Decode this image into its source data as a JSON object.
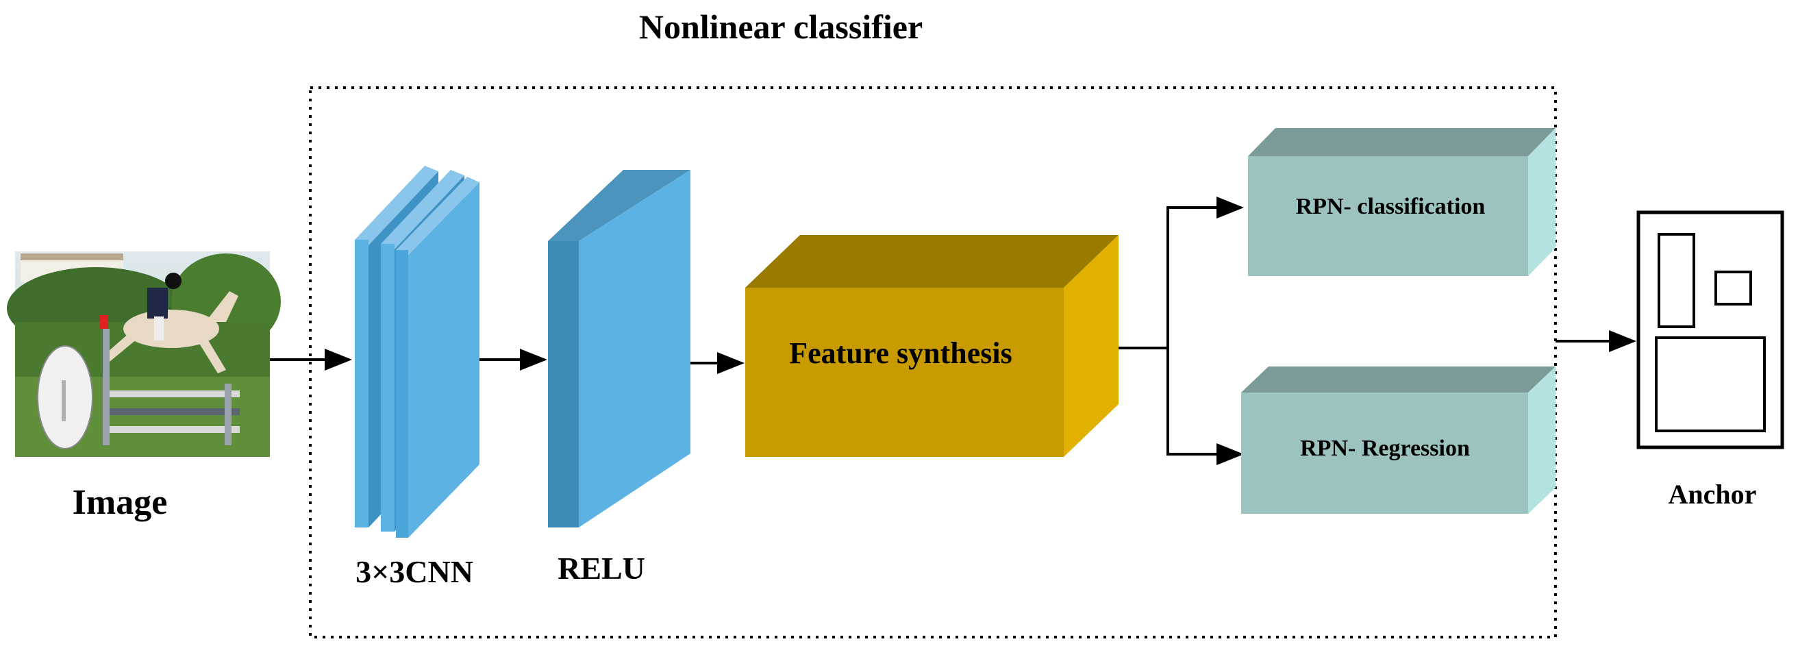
{
  "title": "Nonlinear classifier",
  "nodes": {
    "image": {
      "label": "Image"
    },
    "cnn": {
      "label": "3×3CNN"
    },
    "relu": {
      "label": "RELU"
    },
    "feature": {
      "label": "Feature synthesis"
    },
    "rpn_cls": {
      "label": "RPN- classification"
    },
    "rpn_reg": {
      "label": "RPN- Regression"
    },
    "anchor": {
      "label": "Anchor"
    }
  },
  "colors": {
    "cnn_front": "#5cb3e3",
    "cnn_side": "#3f92c4",
    "relu_front": "#5cb3e3",
    "relu_side": "#3e8bb8",
    "relu_top": "#4a94bd",
    "feature_front": "#c89b00",
    "feature_top": "#9a7b00",
    "feature_side": "#e2b100",
    "rpn_front": "#9dc3c1",
    "rpn_top": "#7a9b98",
    "rpn_side": "#b4e2e0"
  }
}
